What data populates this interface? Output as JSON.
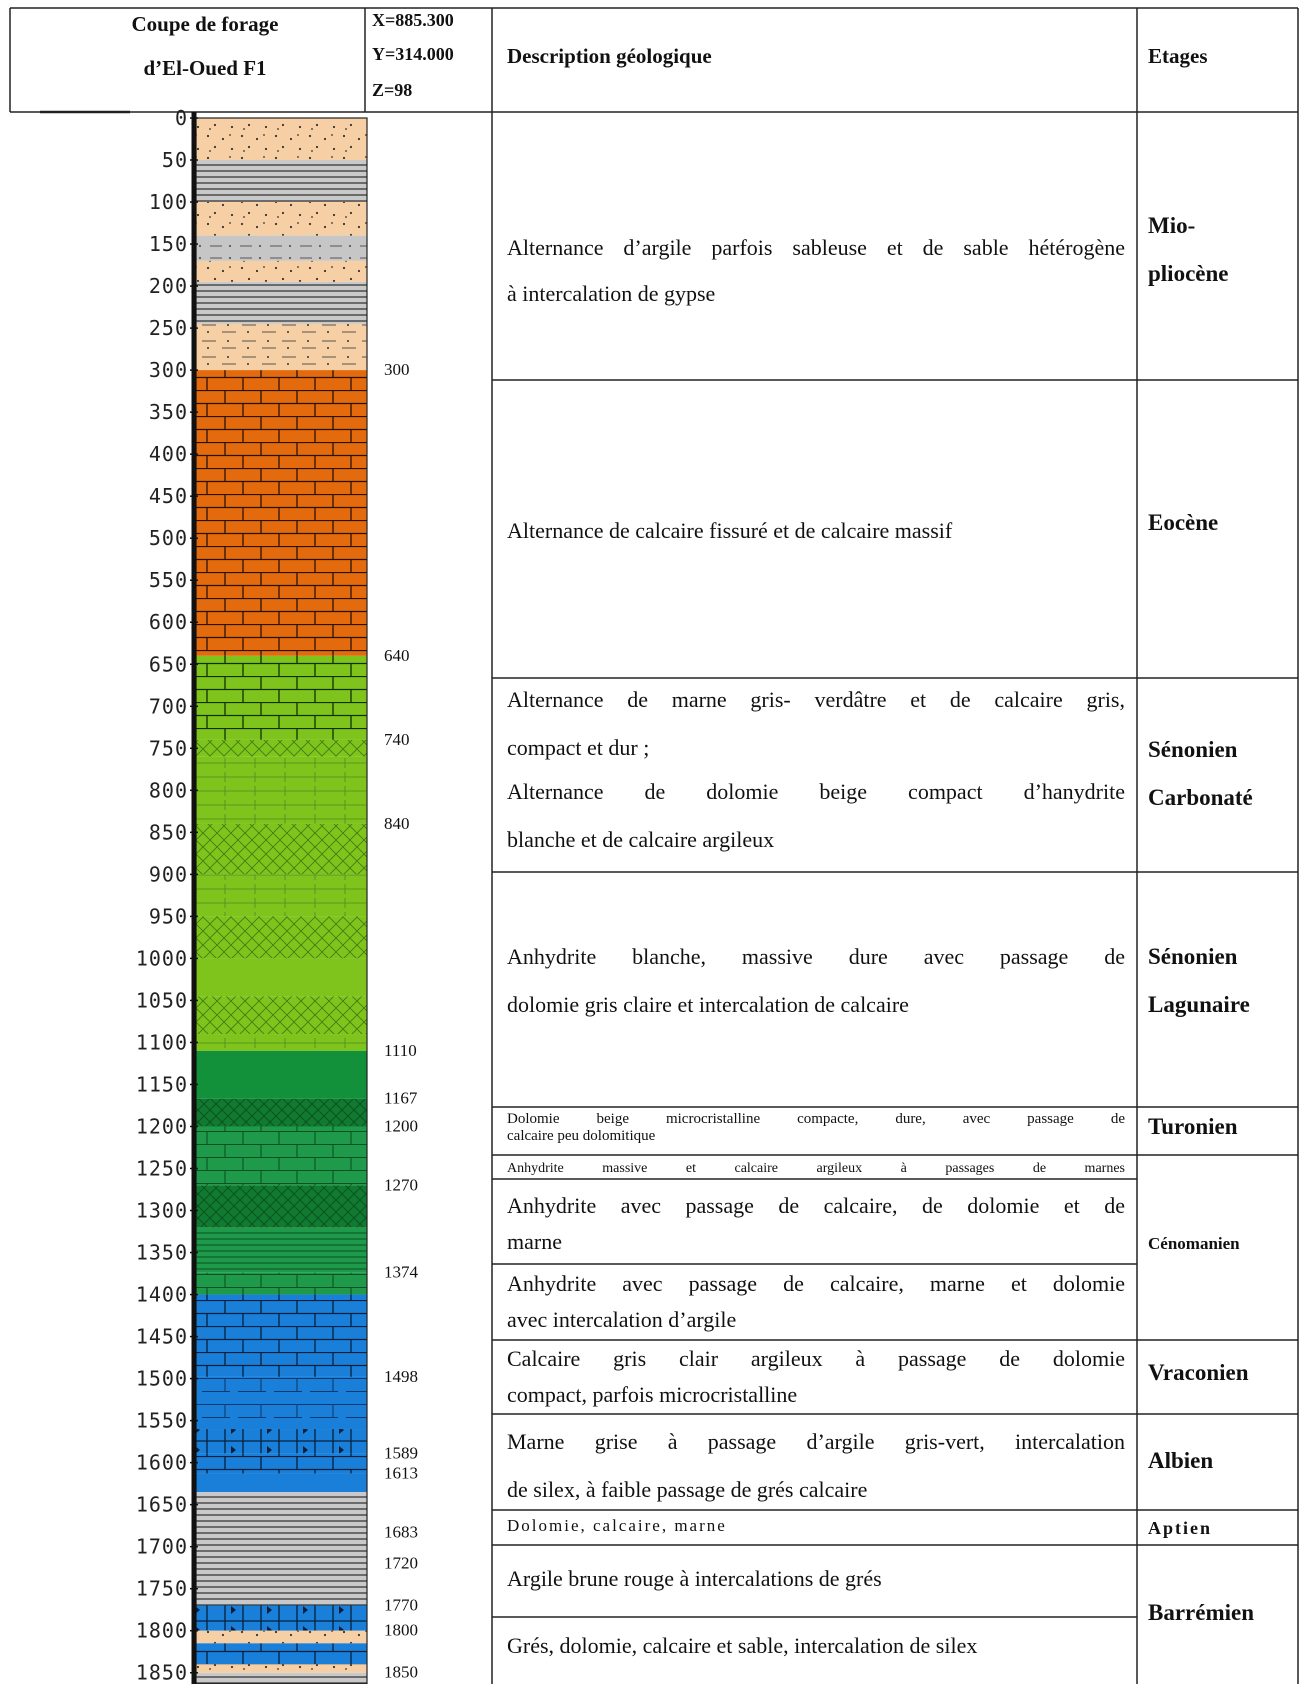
{
  "header": {
    "title_line1": "Coupe de forage",
    "title_line2": "d’El-Oued F1",
    "coord_x": "X=885.300",
    "coord_y": "Y=314.000",
    "coord_z": "Z=98",
    "description_col": "Description géologique",
    "etages_col": "Etages"
  },
  "depth_ticks": [
    0,
    50,
    100,
    150,
    200,
    250,
    300,
    350,
    400,
    450,
    500,
    550,
    600,
    650,
    700,
    750,
    800,
    850,
    900,
    950,
    1000,
    1050,
    1100,
    1150,
    1200,
    1250,
    1300,
    1350,
    1400,
    1450,
    1500,
    1550,
    1600,
    1650,
    1700,
    1750,
    1800,
    1850
  ],
  "boundary_labels": [
    "300",
    "640",
    "740",
    "840",
    "1110",
    "1167",
    "1200",
    "1270",
    "1374",
    "1498",
    "1589",
    "1613",
    "1683",
    "1720",
    "1770",
    "1800",
    "1850"
  ],
  "lithology": [
    {
      "from": 0,
      "to": 50,
      "pattern": "sand"
    },
    {
      "from": 50,
      "to": 100,
      "pattern": "clay"
    },
    {
      "from": 100,
      "to": 140,
      "pattern": "sand"
    },
    {
      "from": 140,
      "to": 170,
      "pattern": "grey-silt"
    },
    {
      "from": 170,
      "to": 195,
      "pattern": "sand"
    },
    {
      "from": 195,
      "to": 245,
      "pattern": "clay"
    },
    {
      "from": 245,
      "to": 300,
      "pattern": "sandy-clay"
    },
    {
      "from": 300,
      "to": 640,
      "pattern": "limestone-orange"
    },
    {
      "from": 640,
      "to": 740,
      "pattern": "limestone-green"
    },
    {
      "from": 740,
      "to": 760,
      "pattern": "dolomite-green"
    },
    {
      "from": 760,
      "to": 840,
      "pattern": "anhydrite-green"
    },
    {
      "from": 840,
      "to": 900,
      "pattern": "dolomite-green"
    },
    {
      "from": 900,
      "to": 950,
      "pattern": "anhydrite-green"
    },
    {
      "from": 950,
      "to": 1000,
      "pattern": "dolomite-green"
    },
    {
      "from": 1000,
      "to": 1045,
      "pattern": "plain-green"
    },
    {
      "from": 1045,
      "to": 1090,
      "pattern": "dolomite-green"
    },
    {
      "from": 1090,
      "to": 1110,
      "pattern": "anhydrite-green"
    },
    {
      "from": 1110,
      "to": 1167,
      "pattern": "dark-green"
    },
    {
      "from": 1167,
      "to": 1200,
      "pattern": "dark-green-hatch"
    },
    {
      "from": 1200,
      "to": 1270,
      "pattern": "limestone-dkgreen"
    },
    {
      "from": 1270,
      "to": 1320,
      "pattern": "dark-green-hatch"
    },
    {
      "from": 1320,
      "to": 1374,
      "pattern": "clay-green"
    },
    {
      "from": 1374,
      "to": 1400,
      "pattern": "limestone-dkgreen"
    },
    {
      "from": 1400,
      "to": 1498,
      "pattern": "limestone-blue"
    },
    {
      "from": 1498,
      "to": 1560,
      "pattern": "marly-blue"
    },
    {
      "from": 1560,
      "to": 1589,
      "pattern": "silex-blue"
    },
    {
      "from": 1589,
      "to": 1613,
      "pattern": "limestone-blue"
    },
    {
      "from": 1613,
      "to": 1635,
      "pattern": "plain-blue"
    },
    {
      "from": 1635,
      "to": 1770,
      "pattern": "clay"
    },
    {
      "from": 1770,
      "to": 1800,
      "pattern": "silex-blue"
    },
    {
      "from": 1800,
      "to": 1815,
      "pattern": "sand"
    },
    {
      "from": 1815,
      "to": 1840,
      "pattern": "limestone-blue"
    },
    {
      "from": 1840,
      "to": 1850,
      "pattern": "sand"
    },
    {
      "from": 1850,
      "to": 1875,
      "pattern": "clay"
    }
  ],
  "descriptions": [
    {
      "id": "mio",
      "lines": [
        "Alternance d’argile parfois sableuse et de sable hétérogène",
        "à intercalation de gypse"
      ]
    },
    {
      "id": "eoc",
      "lines": [
        "Alternance de calcaire fissuré et de calcaire massif"
      ]
    },
    {
      "id": "senc1",
      "lines": [
        "Alternance de marne gris- verdâtre et de calcaire gris,",
        "compact et dur ;"
      ]
    },
    {
      "id": "senc2",
      "lines": [
        "Alternance de dolomie beige compact d’hanydrite",
        "blanche et de calcaire argileux"
      ]
    },
    {
      "id": "senl",
      "lines": [
        "Anhydrite blanche, massive dure avec passage de",
        "dolomie gris claire et intercalation de calcaire"
      ]
    },
    {
      "id": "tur",
      "lines": [
        "Dolomie beige microcristalline compacte, dure, avec passage de",
        "calcaire peu dolomitique"
      ]
    },
    {
      "id": "cen1",
      "lines": [
        "Anhydrite massive et calcaire argileux à passages de marnes"
      ]
    },
    {
      "id": "cen2",
      "lines": [
        "Anhydrite avec passage de calcaire, de dolomie et de",
        "marne"
      ]
    },
    {
      "id": "cen3",
      "lines": [
        "Anhydrite avec passage de calcaire, marne et dolomie",
        "avec intercalation d’argile"
      ]
    },
    {
      "id": "vra",
      "lines": [
        "Calcaire gris clair argileux à passage de dolomie",
        "compact, parfois microcristalline"
      ]
    },
    {
      "id": "alb",
      "lines": [
        "Marne grise à passage d’argile gris-vert, intercalation",
        "de silex, à faible passage de grés calcaire"
      ]
    },
    {
      "id": "apt",
      "lines": [
        "Dolomie, calcaire, marne"
      ]
    },
    {
      "id": "bar1",
      "lines": [
        "Argile brune rouge à intercalations de grés"
      ]
    },
    {
      "id": "bar2",
      "lines": [
        "Grés, dolomie, calcaire et sable, intercalation de silex"
      ]
    }
  ],
  "etages": [
    {
      "id": "mio",
      "lines": [
        "Mio-",
        "pliocène"
      ]
    },
    {
      "id": "eoc",
      "lines": [
        "Eocène"
      ]
    },
    {
      "id": "senc",
      "lines": [
        "Sénonien",
        "Carbonaté"
      ]
    },
    {
      "id": "senl",
      "lines": [
        "Sénonien",
        "Lagunaire"
      ]
    },
    {
      "id": "tur",
      "lines": [
        "Turonien"
      ]
    },
    {
      "id": "cen",
      "lines": [
        "Cénomanien"
      ]
    },
    {
      "id": "vra",
      "lines": [
        "Vraconien"
      ]
    },
    {
      "id": "alb",
      "lines": [
        "Albien"
      ]
    },
    {
      "id": "apt",
      "lines": [
        "Aptien"
      ]
    },
    {
      "id": "bar",
      "lines": [
        "Barrémien"
      ]
    }
  ],
  "colors": {
    "sand": "#f6cfa4",
    "clay": "#c8c8c8",
    "orange": "#e46a0e",
    "light_green": "#7fc41c",
    "dark_green": "#12913a",
    "teal_green": "#1f9a4a",
    "blue": "#1a7fd8",
    "grid": "#222222"
  }
}
